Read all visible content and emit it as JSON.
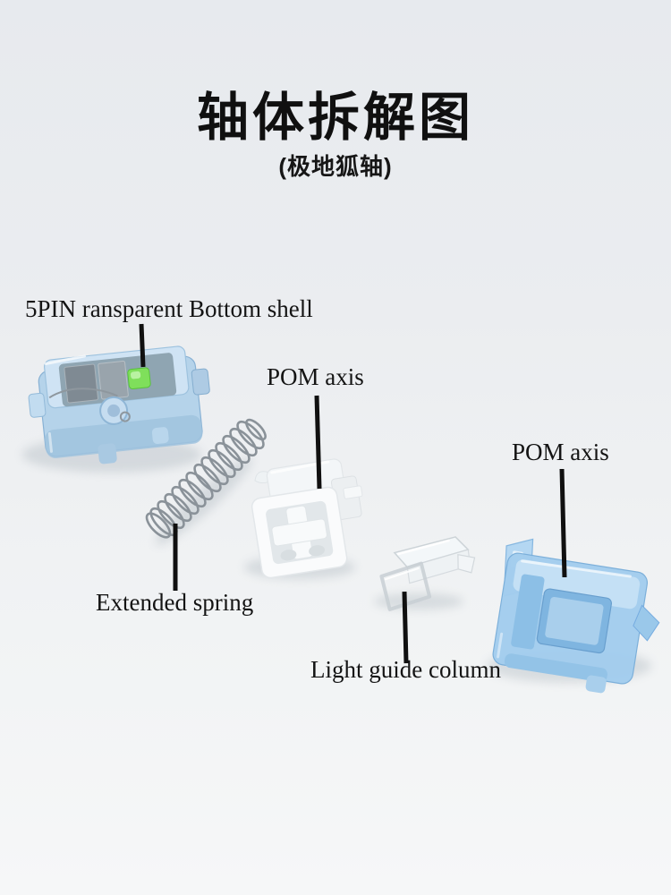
{
  "meta": {
    "heading": "轴体拆解图",
    "subheading": "(极地狐轴)"
  },
  "annotations": {
    "bottom_shell": "5PIN ransparent Bottom shell",
    "pom_axis_top": "POM axis",
    "pom_axis_right": "POM axis",
    "extended_spring": "Extended spring",
    "light_guide_column": "Light guide column"
  },
  "parts": {
    "bottom_shell": "bottom-shell-photo",
    "spring": "extended-spring-photo",
    "stem": "pom-stem-photo",
    "light_guide": "light-guide-column-photo",
    "top_housing": "top-housing-photo"
  },
  "colors": {
    "text": "#141414",
    "leader_line": "#101010",
    "background_top": "#e7eaee",
    "background_bottom": "#f6f7f8",
    "shell_blue": "#b5d3ea",
    "shell_blue_light": "#cfe3f4",
    "housing_blue": "#a3cdee",
    "housing_blue_light": "#c4e0f5",
    "stem_white": "#fafbfc",
    "clear_plastic": "#f3f7f9",
    "spring_metal": "#8a9299",
    "led_green": "#7fdf5b"
  }
}
